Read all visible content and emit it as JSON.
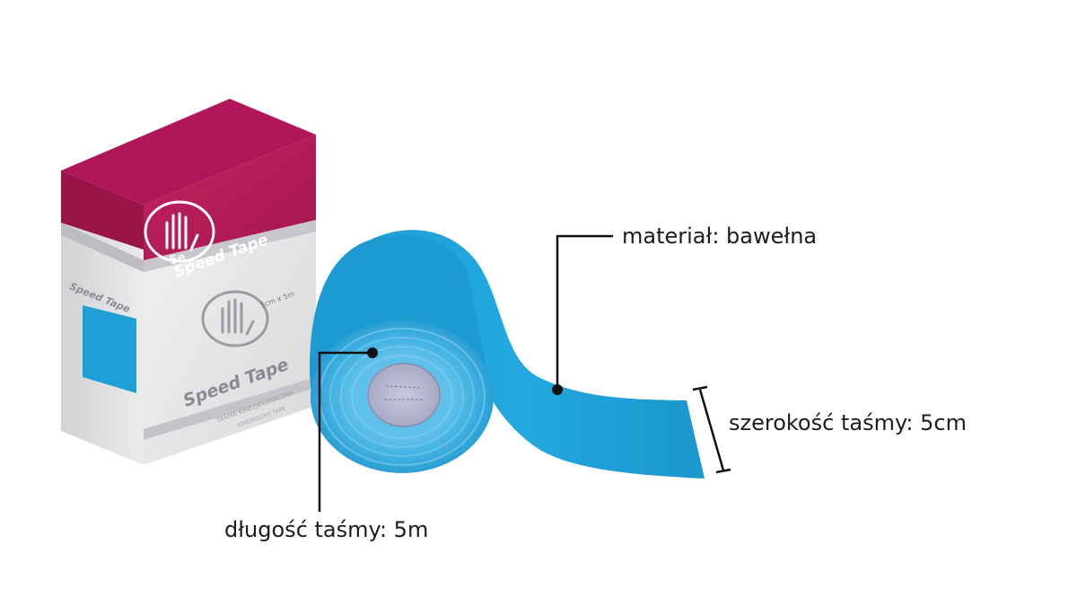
{
  "annotations": {
    "material": "materiał: bawełna",
    "width": "szerokość taśmy: 5cm",
    "length": "długość taśmy: 5m"
  },
  "box": {
    "brand": "Speed Tape",
    "logo_text": "5e",
    "subtitle": "TAŚMA KINEZJOLOGICZNA",
    "subtitle_en": "KINESIOLOGY TAPE",
    "size": "5cm x 5m",
    "side_brand": "Speed Tape"
  },
  "colors": {
    "tape": "#1ea3d8",
    "tape_shadow": "#1580b0",
    "box_accent": "#b81a5c",
    "box_body": "#eeeeef",
    "annotation_line": "#111111"
  }
}
